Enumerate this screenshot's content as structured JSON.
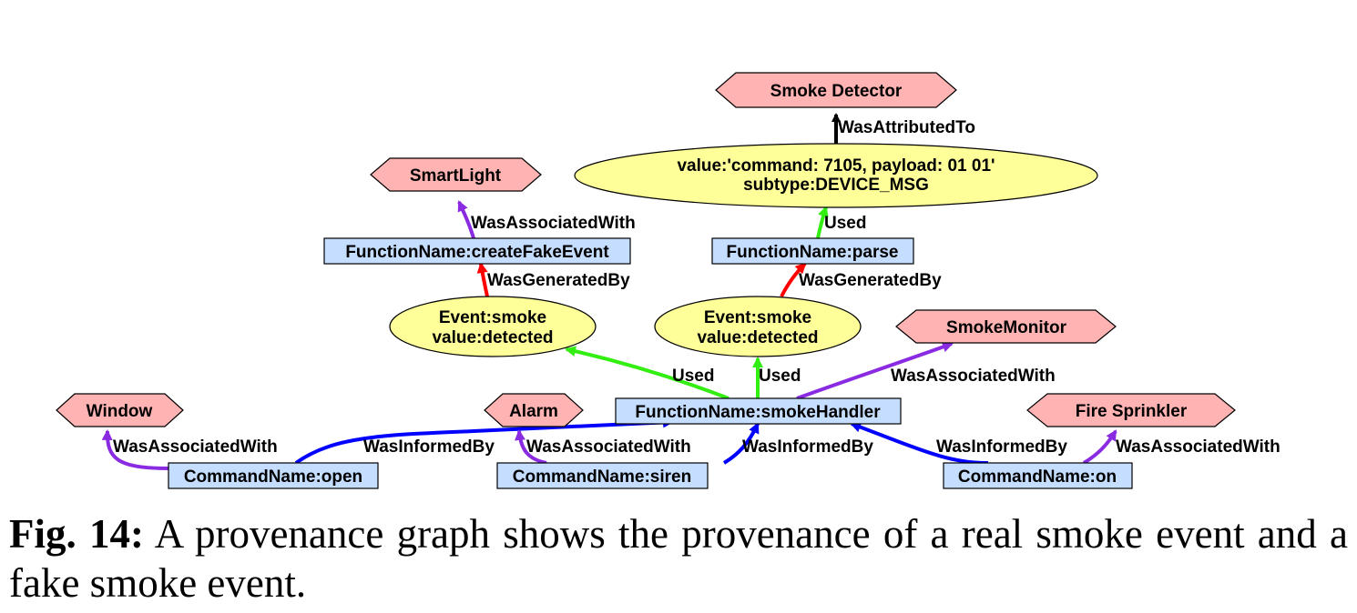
{
  "colors": {
    "agent_fill": "#ffb3b3",
    "entity_fill": "#ffff99",
    "activity_fill": "#c5ddff",
    "edge_associated": "#8a2be2",
    "edge_generated": "#ff0000",
    "edge_used": "#33ee11",
    "edge_informed": "#0000ff",
    "edge_attributed": "#000000"
  },
  "nodes": {
    "smoke_detector": {
      "label": "Smoke Detector"
    },
    "entity_msg": {
      "line1": "value:'command: 7105, payload: 01 01'",
      "line2": "subtype:DEVICE_MSG"
    },
    "smartlight": {
      "label": "SmartLight"
    },
    "fn_create_fake": {
      "label": "FunctionName:createFakeEvent"
    },
    "fn_parse": {
      "label": "FunctionName:parse"
    },
    "event_smoke_left": {
      "line1": "Event:smoke",
      "line2": "value:detected"
    },
    "event_smoke_right": {
      "line1": "Event:smoke",
      "line2": "value:detected"
    },
    "smokemonitor": {
      "label": "SmokeMonitor"
    },
    "window": {
      "label": "Window"
    },
    "alarm": {
      "label": "Alarm"
    },
    "fn_smoke_handler": {
      "label": "FunctionName:smokeHandler"
    },
    "fire_sprinkler": {
      "label": "Fire Sprinkler"
    },
    "cmd_open": {
      "label": "CommandName:open"
    },
    "cmd_siren": {
      "label": "CommandName:siren"
    },
    "cmd_on": {
      "label": "CommandName:on"
    }
  },
  "edges": {
    "was_attributed_to": "WasAttributedTo",
    "used_parse": "Used",
    "assoc_smartlight": "WasAssociatedWith",
    "generated_left": "WasGeneratedBy",
    "generated_right": "WasGeneratedBy",
    "used_left": "Used",
    "used_right": "Used",
    "assoc_smokemonitor": "WasAssociatedWith",
    "assoc_window": "WasAssociatedWith",
    "informed_open": "WasInformedBy",
    "assoc_alarm": "WasAssociatedWith",
    "informed_siren": "WasInformedBy",
    "informed_on": "WasInformedBy",
    "assoc_fire_sprinkler": "WasAssociatedWith"
  },
  "caption": {
    "fig_label": "Fig. 14:",
    "text": "A provenance graph shows the provenance of a real smoke event and a fake smoke event."
  }
}
